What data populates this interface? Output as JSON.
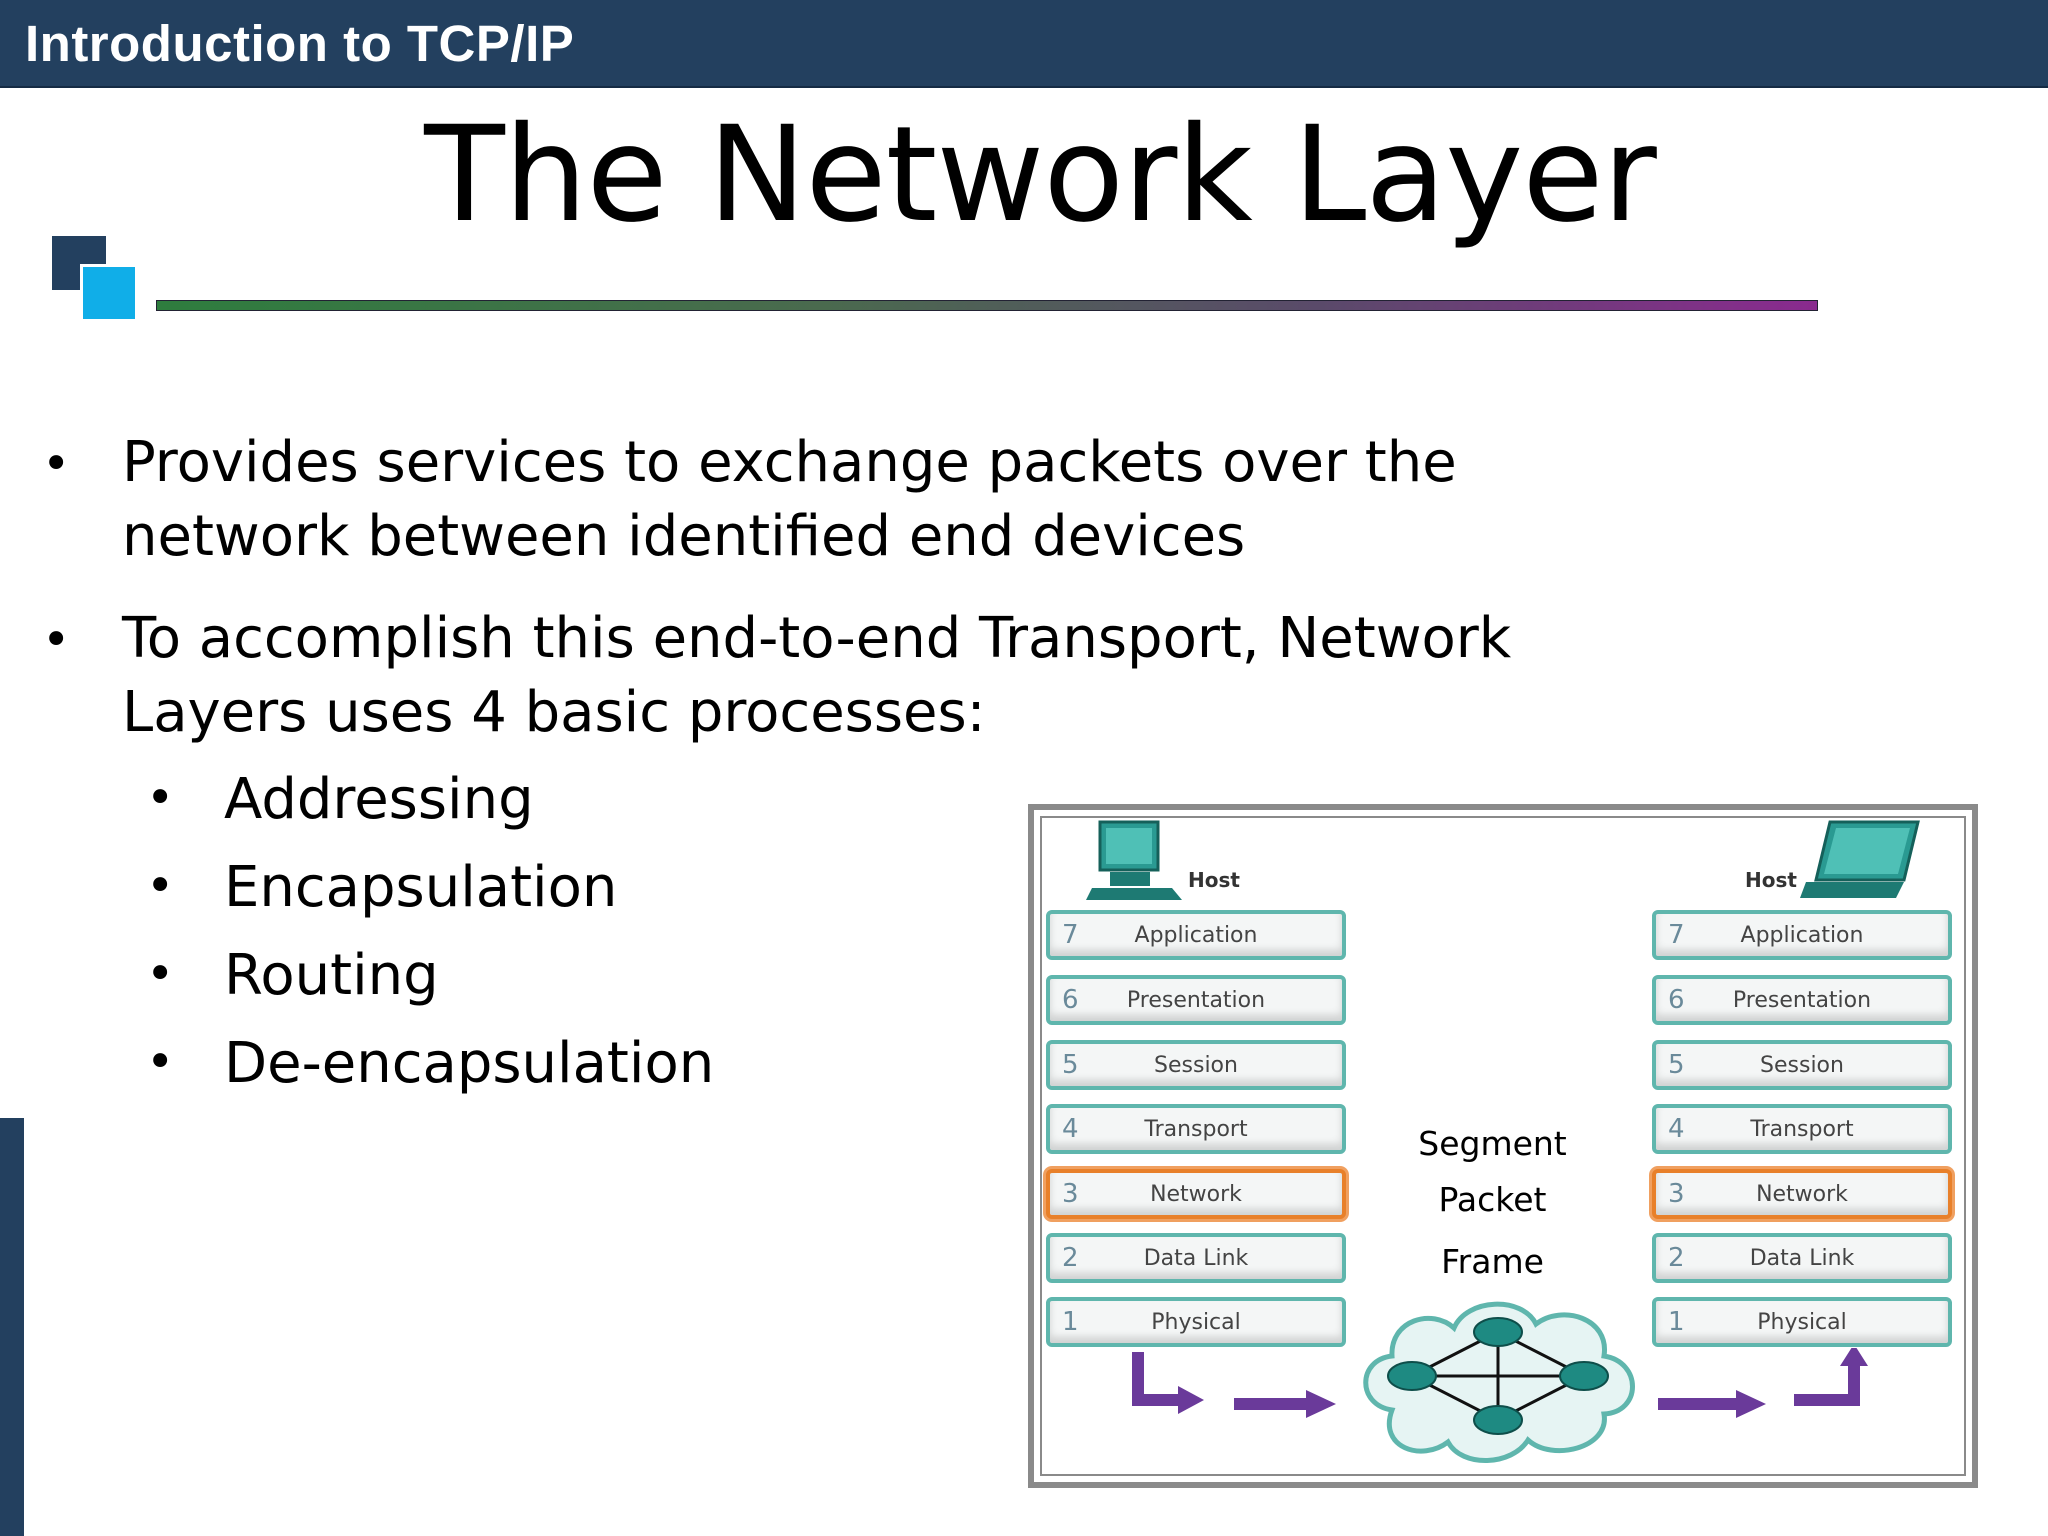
{
  "header": {
    "text": "Introduction to TCP/IP"
  },
  "slide": {
    "title": "The Network Layer",
    "bullets": [
      {
        "line1": "Provides services to exchange packets over the",
        "line2": "network between identified end devices"
      },
      {
        "line1": "To accomplish this end-to-end Transport, Network",
        "line2": "Layers uses 4 basic processes:"
      }
    ],
    "subbullets": [
      "Addressing",
      "Encapsulation",
      "Routing",
      "De-encapsulation"
    ]
  },
  "figure": {
    "left_host": "Host",
    "right_host": "Host",
    "layers": [
      {
        "num": "7",
        "name": "Application"
      },
      {
        "num": "6",
        "name": "Presentation"
      },
      {
        "num": "5",
        "name": "Session"
      },
      {
        "num": "4",
        "name": "Transport"
      },
      {
        "num": "3",
        "name": "Network"
      },
      {
        "num": "2",
        "name": "Data Link"
      },
      {
        "num": "1",
        "name": "Physical"
      }
    ],
    "pdus": [
      "Segment",
      "Packet",
      "Frame"
    ]
  },
  "colors": {
    "header_bg": "#23405f",
    "accent_cyan": "#10aee8",
    "layer_border": "#5fb6ad",
    "network_highlight": "#e8802a",
    "arrow": "#6a3a9a"
  }
}
